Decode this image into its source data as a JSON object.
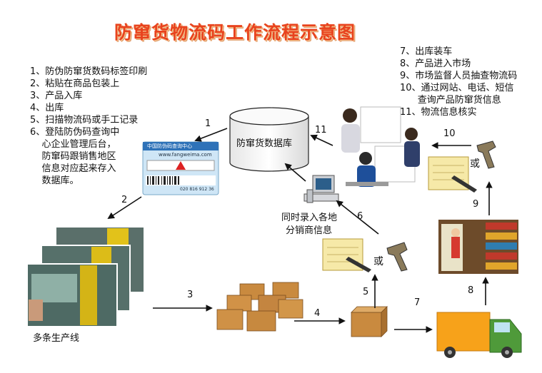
{
  "title": "防窜货物流码工作流程示意图",
  "left_steps": [
    "1、防伪防窜货数码标签印刷",
    "2、粘贴在商品包装上",
    "3、产品入库",
    "4、出库",
    "5、扫描物流码或手工记录",
    "6、登陆防伪码查询中",
    "    心企业管理后台，",
    "    防窜码跟销售地区",
    "    信息对应起来存入",
    "    数据库。"
  ],
  "right_steps": [
    "7、出库装车",
    "8、产品进入市场",
    "9、市场监督人员抽查物流码",
    "10、通过网站、电话、短信",
    "      查询产品防窜货信息",
    "11、物流信息核实"
  ],
  "database_label": "防窜货数据库",
  "production_label": "多条生产线",
  "distributor_label_1": "同时录入各地",
  "distributor_label_2": "分销商信息",
  "or_label": "或",
  "label_card": {
    "header": "中国防伪码查询中心",
    "url": "www.fangweima.com",
    "number": "020 816 912 36"
  },
  "arrow_numbers": [
    "1",
    "2",
    "3",
    "4",
    "5",
    "6",
    "7",
    "8",
    "9",
    "10",
    "11"
  ],
  "colors": {
    "title": "#e8431e",
    "arrow": "#111111",
    "truck_body": "#f7a21a",
    "box": "#c98a3f"
  }
}
